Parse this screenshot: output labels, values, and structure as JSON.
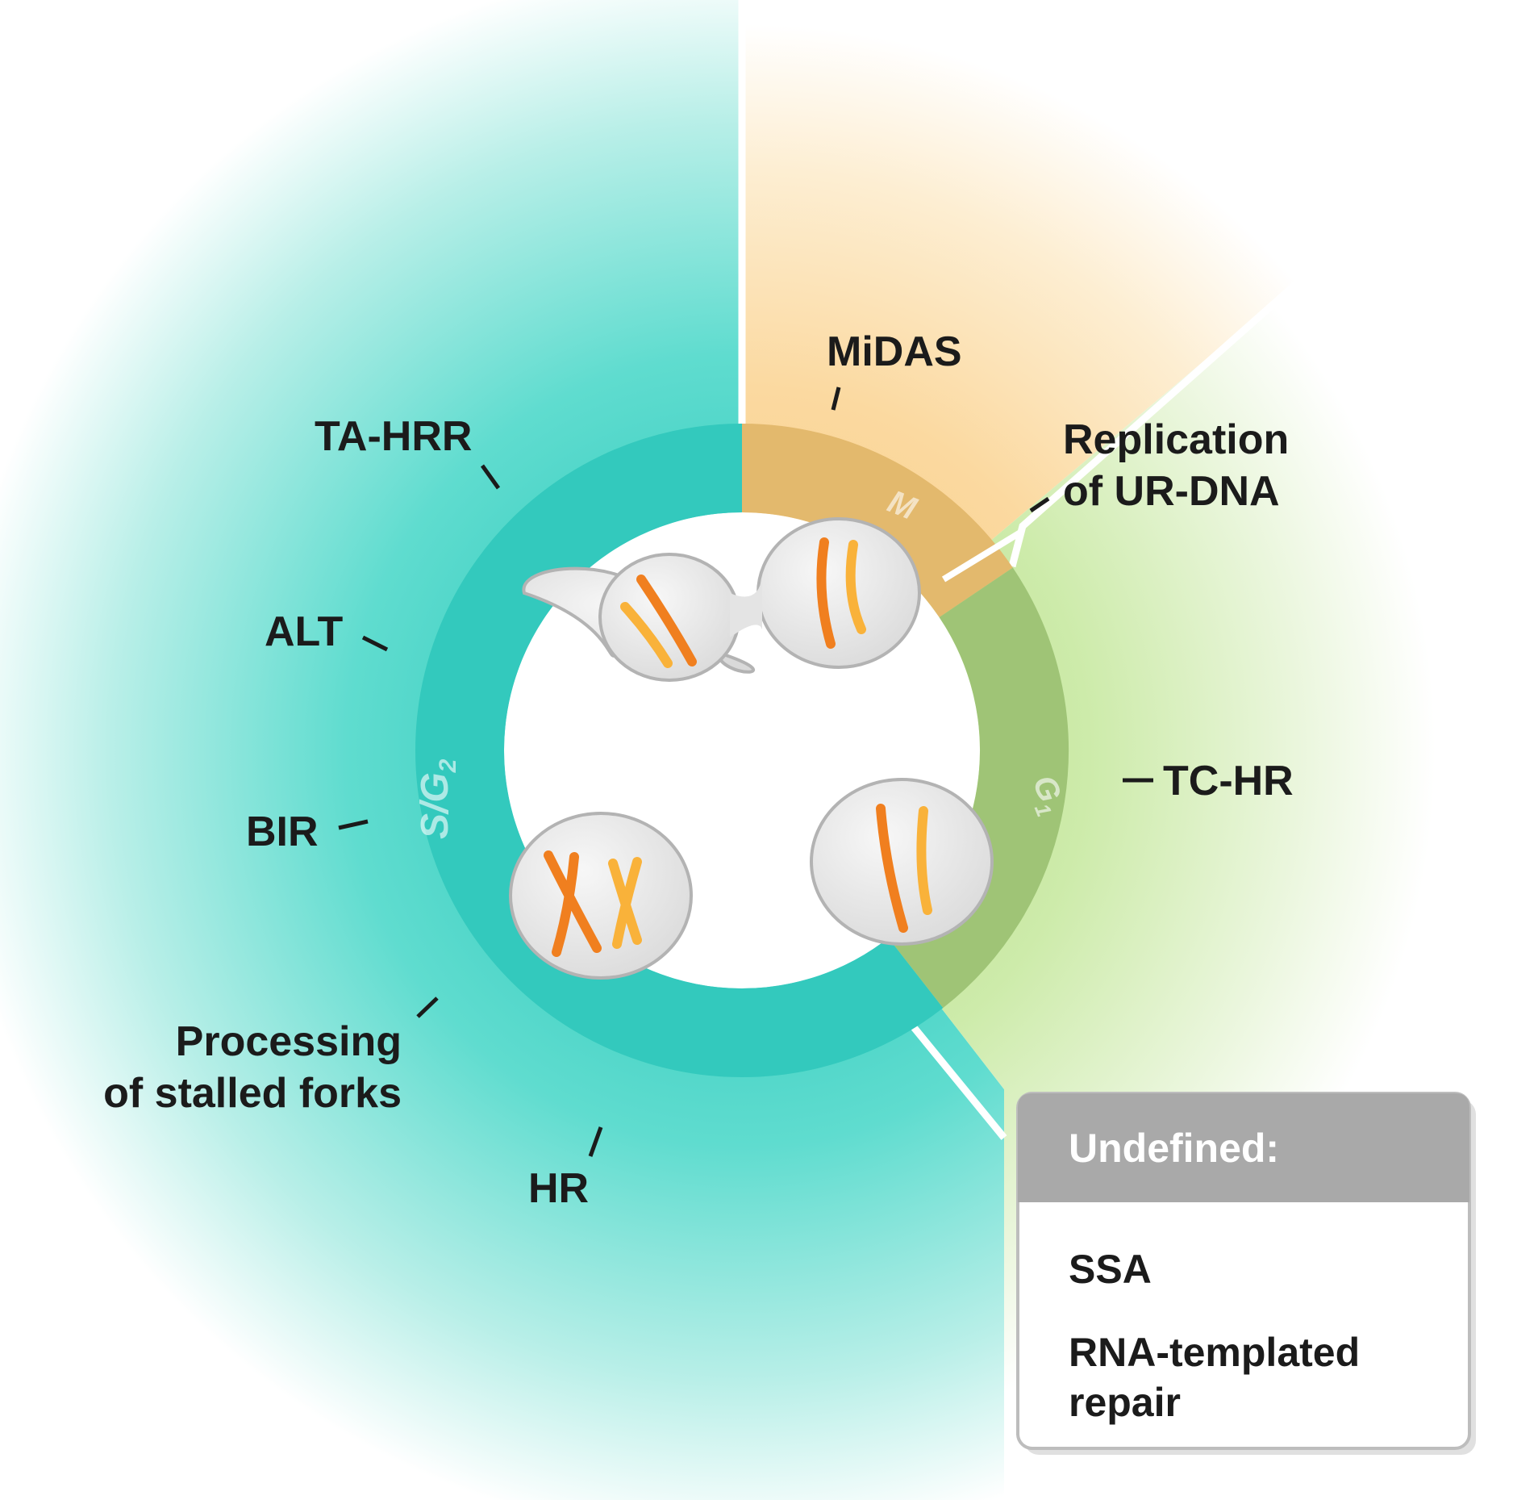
{
  "phases": {
    "s_g2": {
      "label": "S/G",
      "subscript": "2",
      "color": "#33c9bd"
    },
    "m": {
      "label": "M",
      "color": "#e3b96d"
    },
    "g1": {
      "label": "G",
      "subscript": "1",
      "color": "#9fc476"
    }
  },
  "background_colors": {
    "teal": "#5fdccf",
    "orange": "#fbd9a0",
    "green": "#c9e9a3"
  },
  "labels": {
    "ta_hrr": "TA-HRR",
    "alt": "ALT",
    "bir": "BIR",
    "processing_line1": "Processing",
    "processing_line2": "of stalled forks",
    "hr": "HR",
    "midas": "MiDAS",
    "replication_line1": "Replication",
    "replication_line2": "of UR-DNA",
    "tc_hr": "TC-HR"
  },
  "undefined_box": {
    "title": "Undefined:",
    "items": [
      "SSA",
      "RNA-templated",
      "repair"
    ]
  },
  "cells": [
    {
      "name": "dividing-cell",
      "stage": "mitosis"
    },
    {
      "name": "g1-cell",
      "stage": "G1"
    },
    {
      "name": "g2-cell",
      "stage": "S/G2"
    }
  ],
  "chromosome_colors": {
    "dark": "#f07f1f",
    "light": "#f9b23a"
  }
}
